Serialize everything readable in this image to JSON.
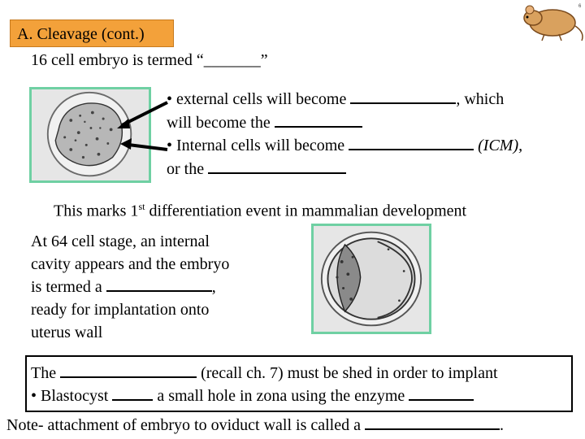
{
  "title": "A. Cleavage (cont.)",
  "line1": "16 cell embryo is termed “_______”",
  "bullets": {
    "b1_pre": "• external cells will become ",
    "b1_post": ", which",
    "b1_line2_pre": "will become the ",
    "b2_pre": "• Internal cells will become ",
    "b2_post": " (ICM),",
    "b2_line2_pre": "or the "
  },
  "differentiation": {
    "pre": "This marks 1",
    "sup": "st",
    "post": " differentiation event in mammalian development"
  },
  "stage64": {
    "l1": "At 64 cell stage, an internal",
    "l2": "cavity appears and the embryo",
    "l3_pre": "is termed a ",
    "l3_post": ",",
    "l4": "ready for implantation onto",
    "l5": "uterus wall"
  },
  "box": {
    "l1_pre": "The ",
    "l1_post": " (recall ch. 7) must be shed in order to implant",
    "l2_pre": "•   Blastocyst ",
    "l2_mid": " a small hole in zona using the enzyme "
  },
  "note": {
    "pre": "Note- attachment of embryo to oviduct wall is called a ",
    "end": "."
  },
  "colors": {
    "title_bg": "#f3a13a",
    "frame": "#6fd0a3"
  }
}
